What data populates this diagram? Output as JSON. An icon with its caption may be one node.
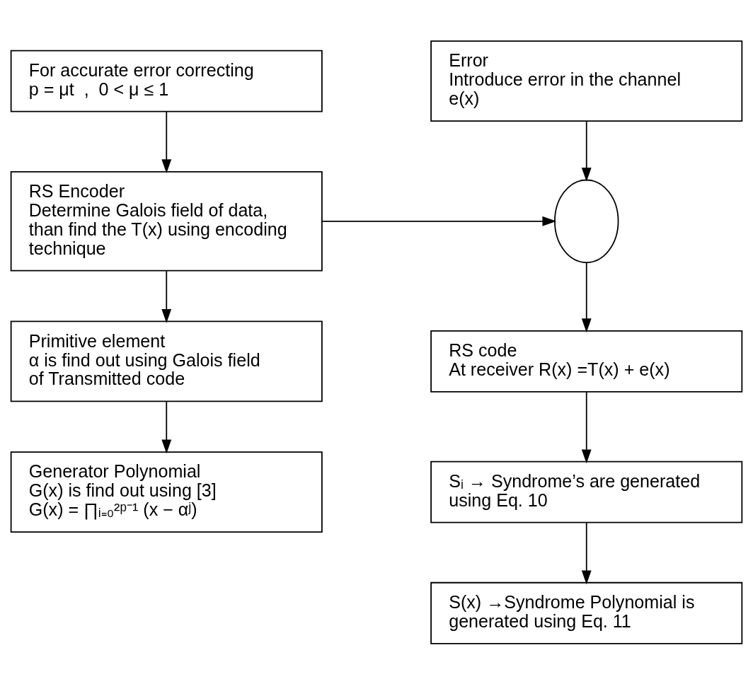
{
  "diagram": {
    "nodes": [
      {
        "text": [
          "For accurate error correcting",
          "p = μt  ,  0 < μ ≤ 1"
        ]
      },
      {
        "text": [
          "Error",
          "Introduce error in the channel e(x)"
        ]
      },
      {
        "text": [
          "RS Encoder",
          "Determine Galois field of data, than find the T(x) using encoding technique"
        ]
      },
      {
        "text": [],
        "shape": "circle"
      },
      {
        "text": [
          "Primitive element",
          "α is find out using Galois field of Transmitted code"
        ]
      },
      {
        "text": [
          "RS code",
          "At receiver R(x) =T(x) + e(x)"
        ]
      },
      {
        "text": [
          "Generator Polynomial",
          "G(x) is find out using [3]",
          "G(x) = ∏ᵢ₌₀²ᵖ⁻¹ (x − αʲ)"
        ]
      },
      {
        "text": [
          "Sᵢ → Syndrome’s are generated using Eq. 10"
        ]
      },
      {
        "text": [
          "S(x) →Syndrome Polynomial is generated using Eq. 11"
        ]
      }
    ],
    "edges": [
      {
        "from": 0,
        "to": 2,
        "arrow": "to"
      },
      {
        "from": 1,
        "to": 3,
        "arrow": "to"
      },
      {
        "from": 2,
        "to": 3,
        "arrow": "to"
      },
      {
        "from": 2,
        "to": 4,
        "arrow": "to"
      },
      {
        "from": 3,
        "to": 5,
        "arrow": "to"
      },
      {
        "from": 4,
        "to": 6,
        "arrow": "to"
      },
      {
        "from": 5,
        "to": 7,
        "arrow": "to"
      },
      {
        "from": 7,
        "to": 8,
        "arrow": "to"
      }
    ]
  }
}
